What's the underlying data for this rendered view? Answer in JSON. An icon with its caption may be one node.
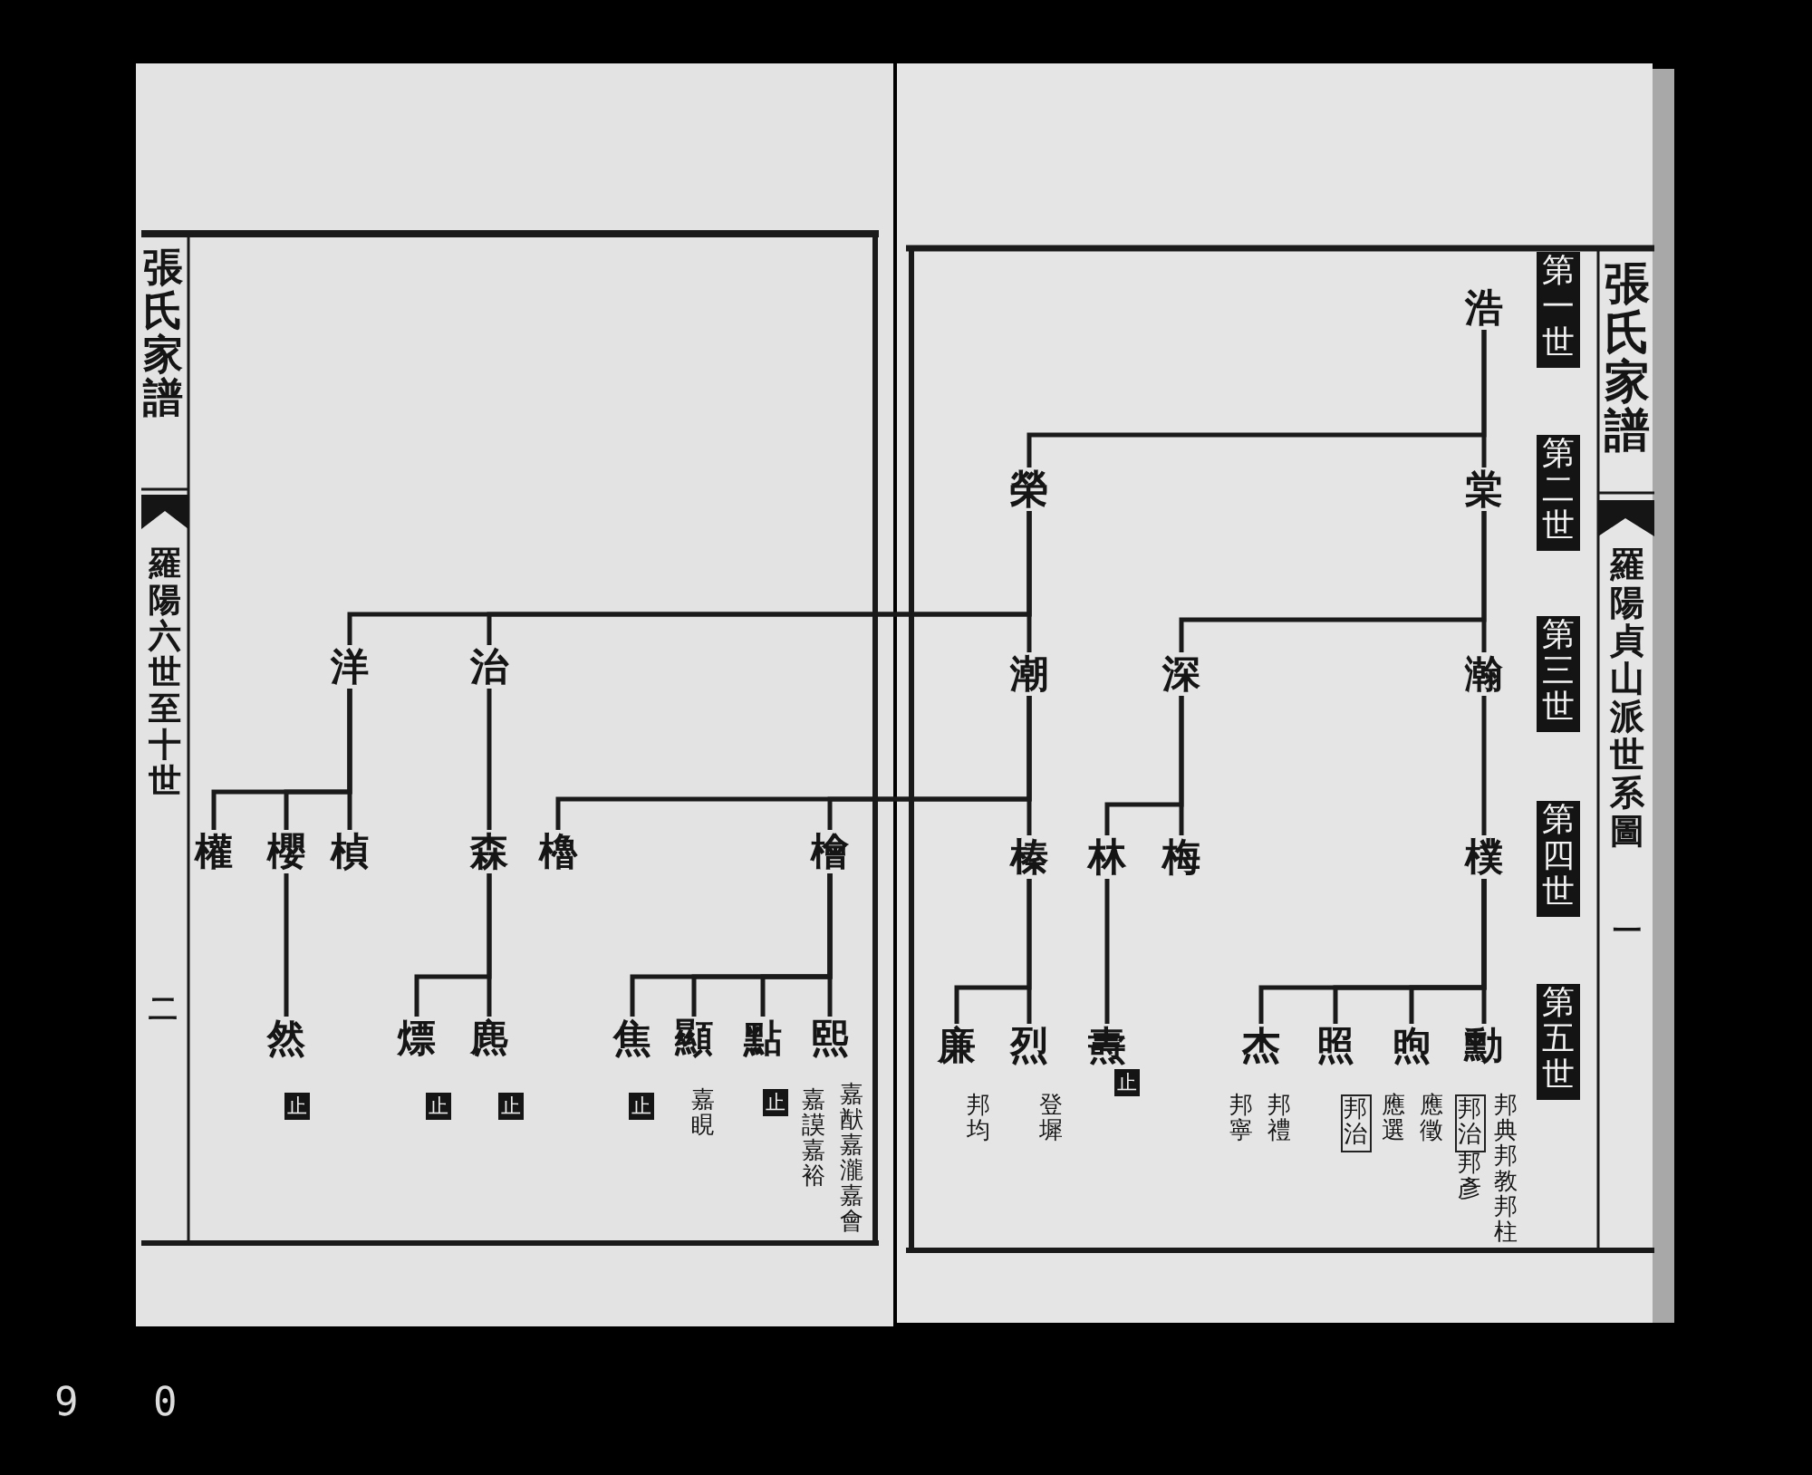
{
  "diagram": {
    "nodes": [
      {
        "text": [
          "第一世"
        ]
      },
      {
        "text": [
          "第二世"
        ]
      },
      {
        "text": [
          "第三世"
        ]
      },
      {
        "text": [
          "第四世"
        ]
      },
      {
        "text": [
          "第五世"
        ]
      },
      {
        "text": [
          "浩"
        ]
      },
      {
        "text": [
          "棠"
        ]
      },
      {
        "text": [
          "榮"
        ]
      },
      {
        "text": [
          "瀚"
        ]
      },
      {
        "text": [
          "深"
        ]
      },
      {
        "text": [
          "潮"
        ]
      },
      {
        "text": [
          "治"
        ]
      },
      {
        "text": [
          "洋"
        ]
      },
      {
        "text": [
          "樸"
        ]
      },
      {
        "text": [
          "梅"
        ]
      },
      {
        "text": [
          "林"
        ]
      },
      {
        "text": [
          "榛"
        ]
      },
      {
        "text": [
          "檜"
        ]
      },
      {
        "text": [
          "櫓"
        ]
      },
      {
        "text": [
          "森"
        ]
      },
      {
        "text": [
          "楨"
        ]
      },
      {
        "text": [
          "櫻"
        ]
      },
      {
        "text": [
          "權"
        ]
      },
      {
        "text": [
          "勳"
        ],
        "beside": [
          "邦典邦教邦柱",
          "邦治",
          "邦彥"
        ]
      },
      {
        "text": [
          "煦"
        ],
        "beside": [
          "應徵",
          "應選"
        ]
      },
      {
        "text": [
          "照"
        ],
        "beside": [
          "邦治"
        ]
      },
      {
        "text": [
          "杰"
        ],
        "beside": [
          "邦禮",
          "邦寧"
        ]
      },
      {
        "text": [
          "燾"
        ],
        "beside": [
          "止"
        ]
      },
      {
        "text": [
          "烈"
        ],
        "beside": [
          "登墀"
        ]
      },
      {
        "text": [
          "廉"
        ],
        "beside": [
          "邦均"
        ]
      },
      {
        "text": [
          "熙"
        ],
        "beside": [
          "嘉猷嘉瀧嘉會",
          "嘉謨嘉裕"
        ]
      },
      {
        "text": [
          "點"
        ],
        "beside": [
          "止"
        ]
      },
      {
        "text": [
          "顯"
        ],
        "beside": [
          "嘉睍"
        ]
      },
      {
        "text": [
          "焦"
        ],
        "beside": [
          "止"
        ]
      },
      {
        "text": [
          "麃"
        ],
        "beside": [
          "止"
        ]
      },
      {
        "text": [
          "熛"
        ],
        "beside": [
          "止"
        ]
      },
      {
        "text": [
          "然"
        ],
        "beside": [
          "止"
        ]
      }
    ],
    "edges": [
      {
        "from": 5,
        "to": 6,
        "arrow": "none"
      },
      {
        "from": 5,
        "to": 7,
        "arrow": "none"
      },
      {
        "from": 6,
        "to": 8,
        "arrow": "none"
      },
      {
        "from": 6,
        "to": 9,
        "arrow": "none"
      },
      {
        "from": 7,
        "to": 10,
        "arrow": "none"
      },
      {
        "from": 7,
        "to": 11,
        "arrow": "none"
      },
      {
        "from": 7,
        "to": 12,
        "arrow": "none"
      },
      {
        "from": 8,
        "to": 13,
        "arrow": "none"
      },
      {
        "from": 9,
        "to": 14,
        "arrow": "none"
      },
      {
        "from": 9,
        "to": 15,
        "arrow": "none"
      },
      {
        "from": 10,
        "to": 16,
        "arrow": "none"
      },
      {
        "from": 10,
        "to": 17,
        "arrow": "none"
      },
      {
        "from": 10,
        "to": 18,
        "arrow": "none"
      },
      {
        "from": 11,
        "to": 19,
        "arrow": "none"
      },
      {
        "from": 12,
        "to": 20,
        "arrow": "none"
      },
      {
        "from": 12,
        "to": 21,
        "arrow": "none"
      },
      {
        "from": 12,
        "to": 22,
        "arrow": "none"
      },
      {
        "from": 13,
        "to": 23,
        "arrow": "none"
      },
      {
        "from": 13,
        "to": 24,
        "arrow": "none"
      },
      {
        "from": 13,
        "to": 25,
        "arrow": "none"
      },
      {
        "from": 13,
        "to": 26,
        "arrow": "none"
      },
      {
        "from": 15,
        "to": 27,
        "arrow": "none"
      },
      {
        "from": 16,
        "to": 28,
        "arrow": "none"
      },
      {
        "from": 16,
        "to": 29,
        "arrow": "none"
      },
      {
        "from": 17,
        "to": 30,
        "arrow": "none"
      },
      {
        "from": 17,
        "to": 31,
        "arrow": "none"
      },
      {
        "from": 17,
        "to": 32,
        "arrow": "none"
      },
      {
        "from": 17,
        "to": 33,
        "arrow": "none"
      },
      {
        "from": 19,
        "to": 34,
        "arrow": "none"
      },
      {
        "from": 19,
        "to": 35,
        "arrow": "none"
      },
      {
        "from": 21,
        "to": 36,
        "arrow": "none"
      }
    ],
    "labels": [
      "張氏家譜",
      "羅陽貞山派世系圖",
      "一",
      "張氏家譜",
      "羅陽六世至十世",
      "二",
      "9 0"
    ]
  }
}
